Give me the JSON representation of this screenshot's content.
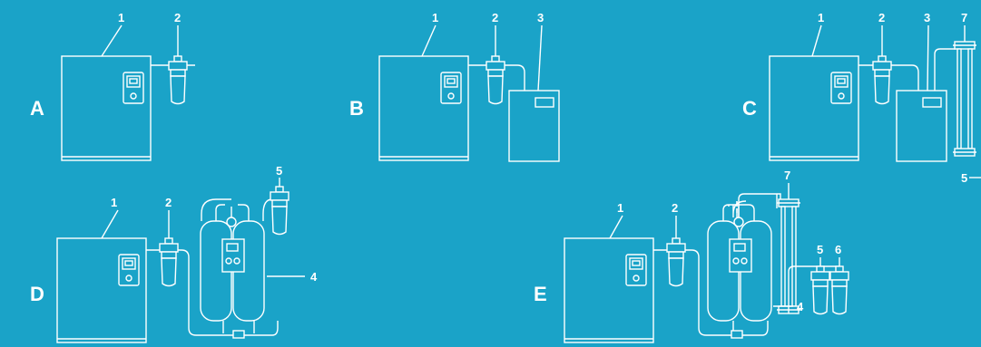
{
  "colors": {
    "background": "#1aa3c8",
    "line": "#ffffff"
  },
  "panels": [
    {
      "letter": "A",
      "labels": [
        "1",
        "2"
      ]
    },
    {
      "letter": "B",
      "labels": [
        "1",
        "2",
        "3"
      ]
    },
    {
      "letter": "C",
      "labels": [
        "1",
        "2",
        "3",
        "7",
        "5"
      ]
    },
    {
      "letter": "D",
      "labels": [
        "1",
        "2",
        "5",
        "4"
      ]
    },
    {
      "letter": "E",
      "labels": [
        "1",
        "2",
        "7",
        "5",
        "6",
        "4"
      ]
    }
  ]
}
